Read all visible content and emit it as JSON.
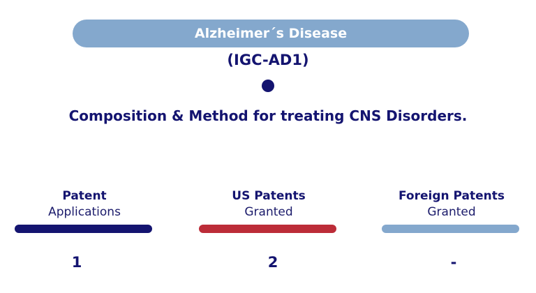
{
  "header": {
    "title": "Alzheimer´s Disease",
    "code": "(IGC-AD1)",
    "description": "Composition & Method for treating CNS Disorders."
  },
  "stats": [
    {
      "label_bold": "Patent",
      "label_light": "Applications",
      "value": "1",
      "color": "#141470"
    },
    {
      "label_bold": "US Patents",
      "label_light": "Granted",
      "value": "2",
      "color": "#bc2c38"
    },
    {
      "label_bold": "Foreign Patents",
      "label_light": "Granted",
      "value": "-",
      "color": "#84a8cd"
    }
  ]
}
